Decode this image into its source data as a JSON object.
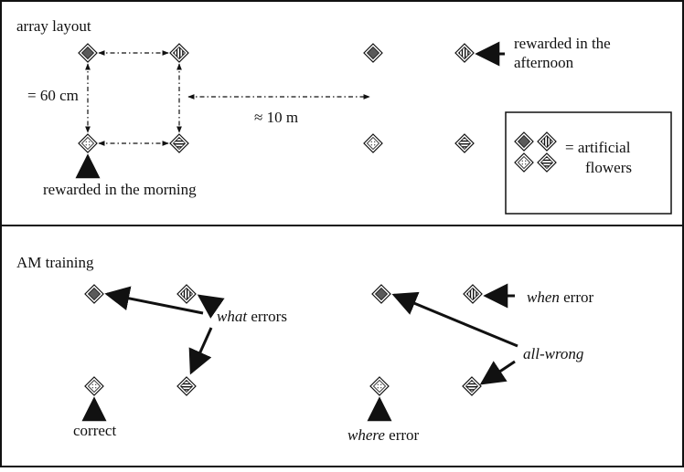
{
  "panel_top": {
    "title": "array layout",
    "distance_short": "= 60 cm",
    "distance_long": "≈ 10 m",
    "label_afternoon_1": "rewarded in the",
    "label_afternoon_2": "afternoon",
    "label_morning": "rewarded in the morning",
    "legend_line1": "= artificial",
    "legend_line2": "flowers"
  },
  "panel_bottom": {
    "title": "AM training",
    "what_em": "what",
    "what_rest": " errors",
    "when_em": "when",
    "when_rest": " error",
    "allwrong": "all-wrong",
    "correct": "correct",
    "where_em": "where",
    "where_rest": " error"
  },
  "flower_patterns": [
    "solid-dark",
    "vertical-stripes",
    "dotted",
    "horizontal-stripes"
  ],
  "colors": {
    "ink": "#111111",
    "solid_fill": "#5a5a5a",
    "background": "#ffffff"
  }
}
